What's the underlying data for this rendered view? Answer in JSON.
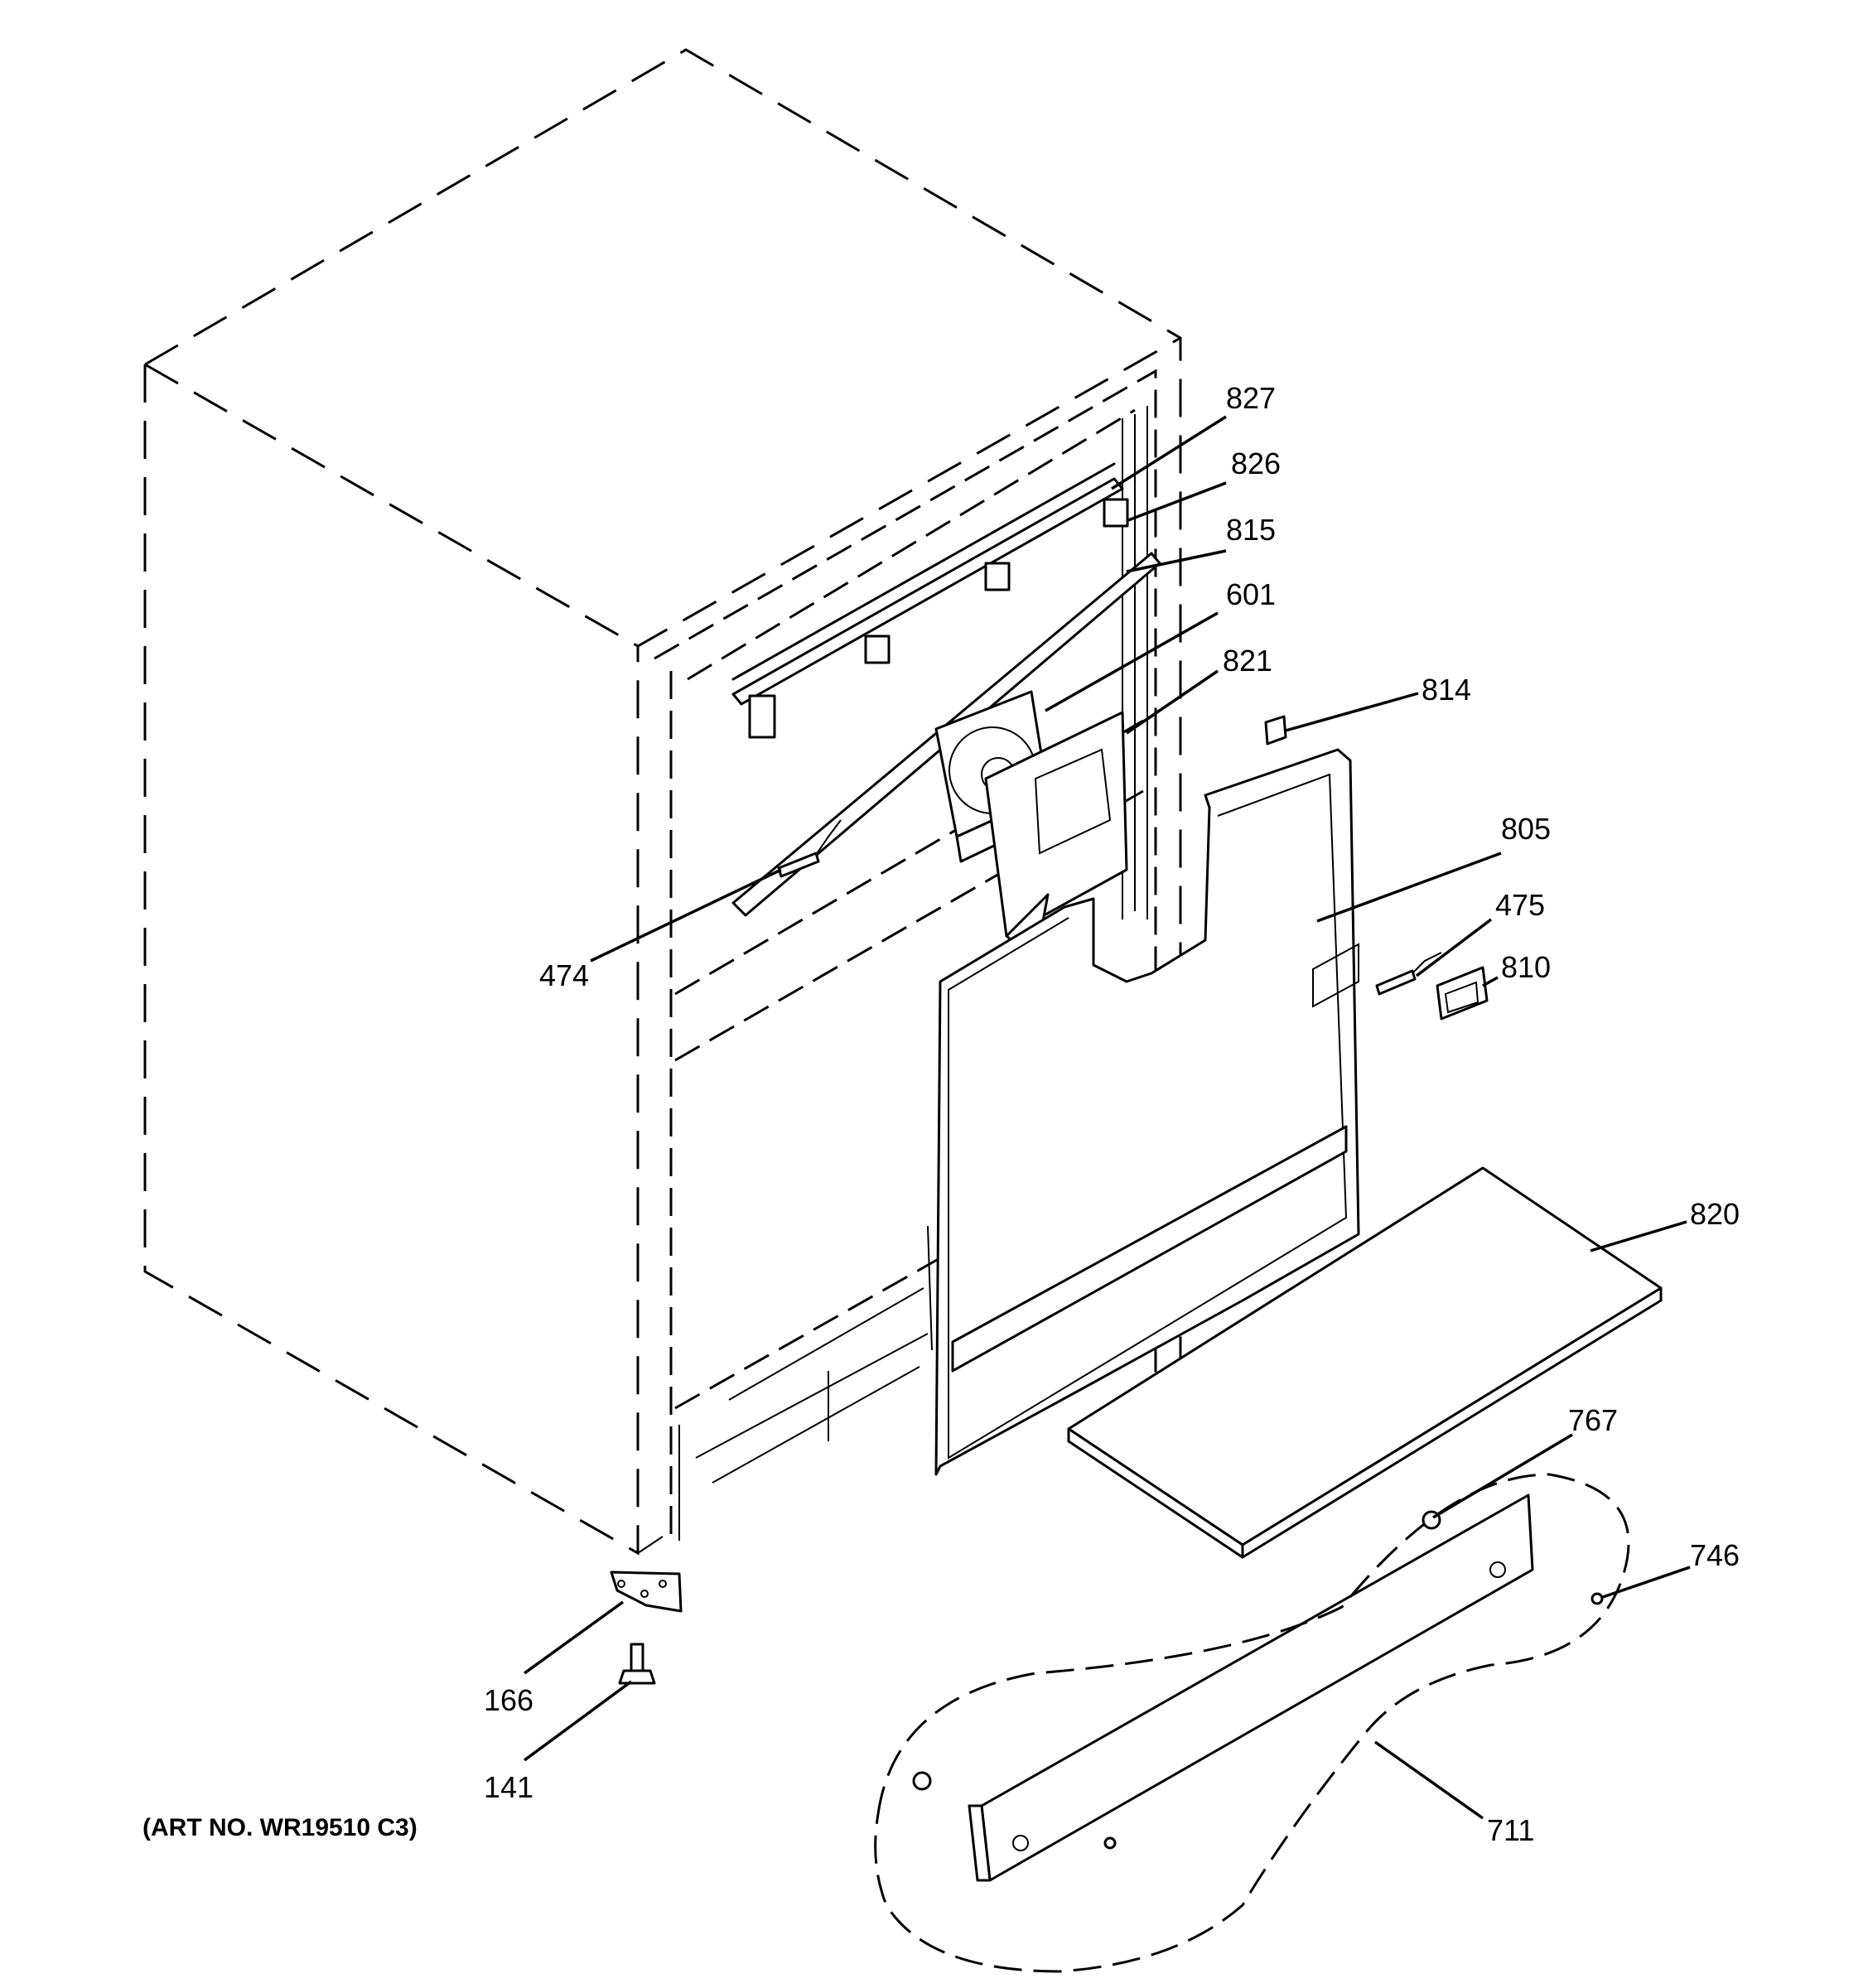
{
  "diagram": {
    "callouts": [
      "827",
      "826",
      "815",
      "601",
      "821",
      "814",
      "805",
      "475",
      "810",
      "474",
      "820",
      "767",
      "746",
      "166",
      "141",
      "711"
    ],
    "art_number": "(ART NO. WR19510 C3)"
  }
}
